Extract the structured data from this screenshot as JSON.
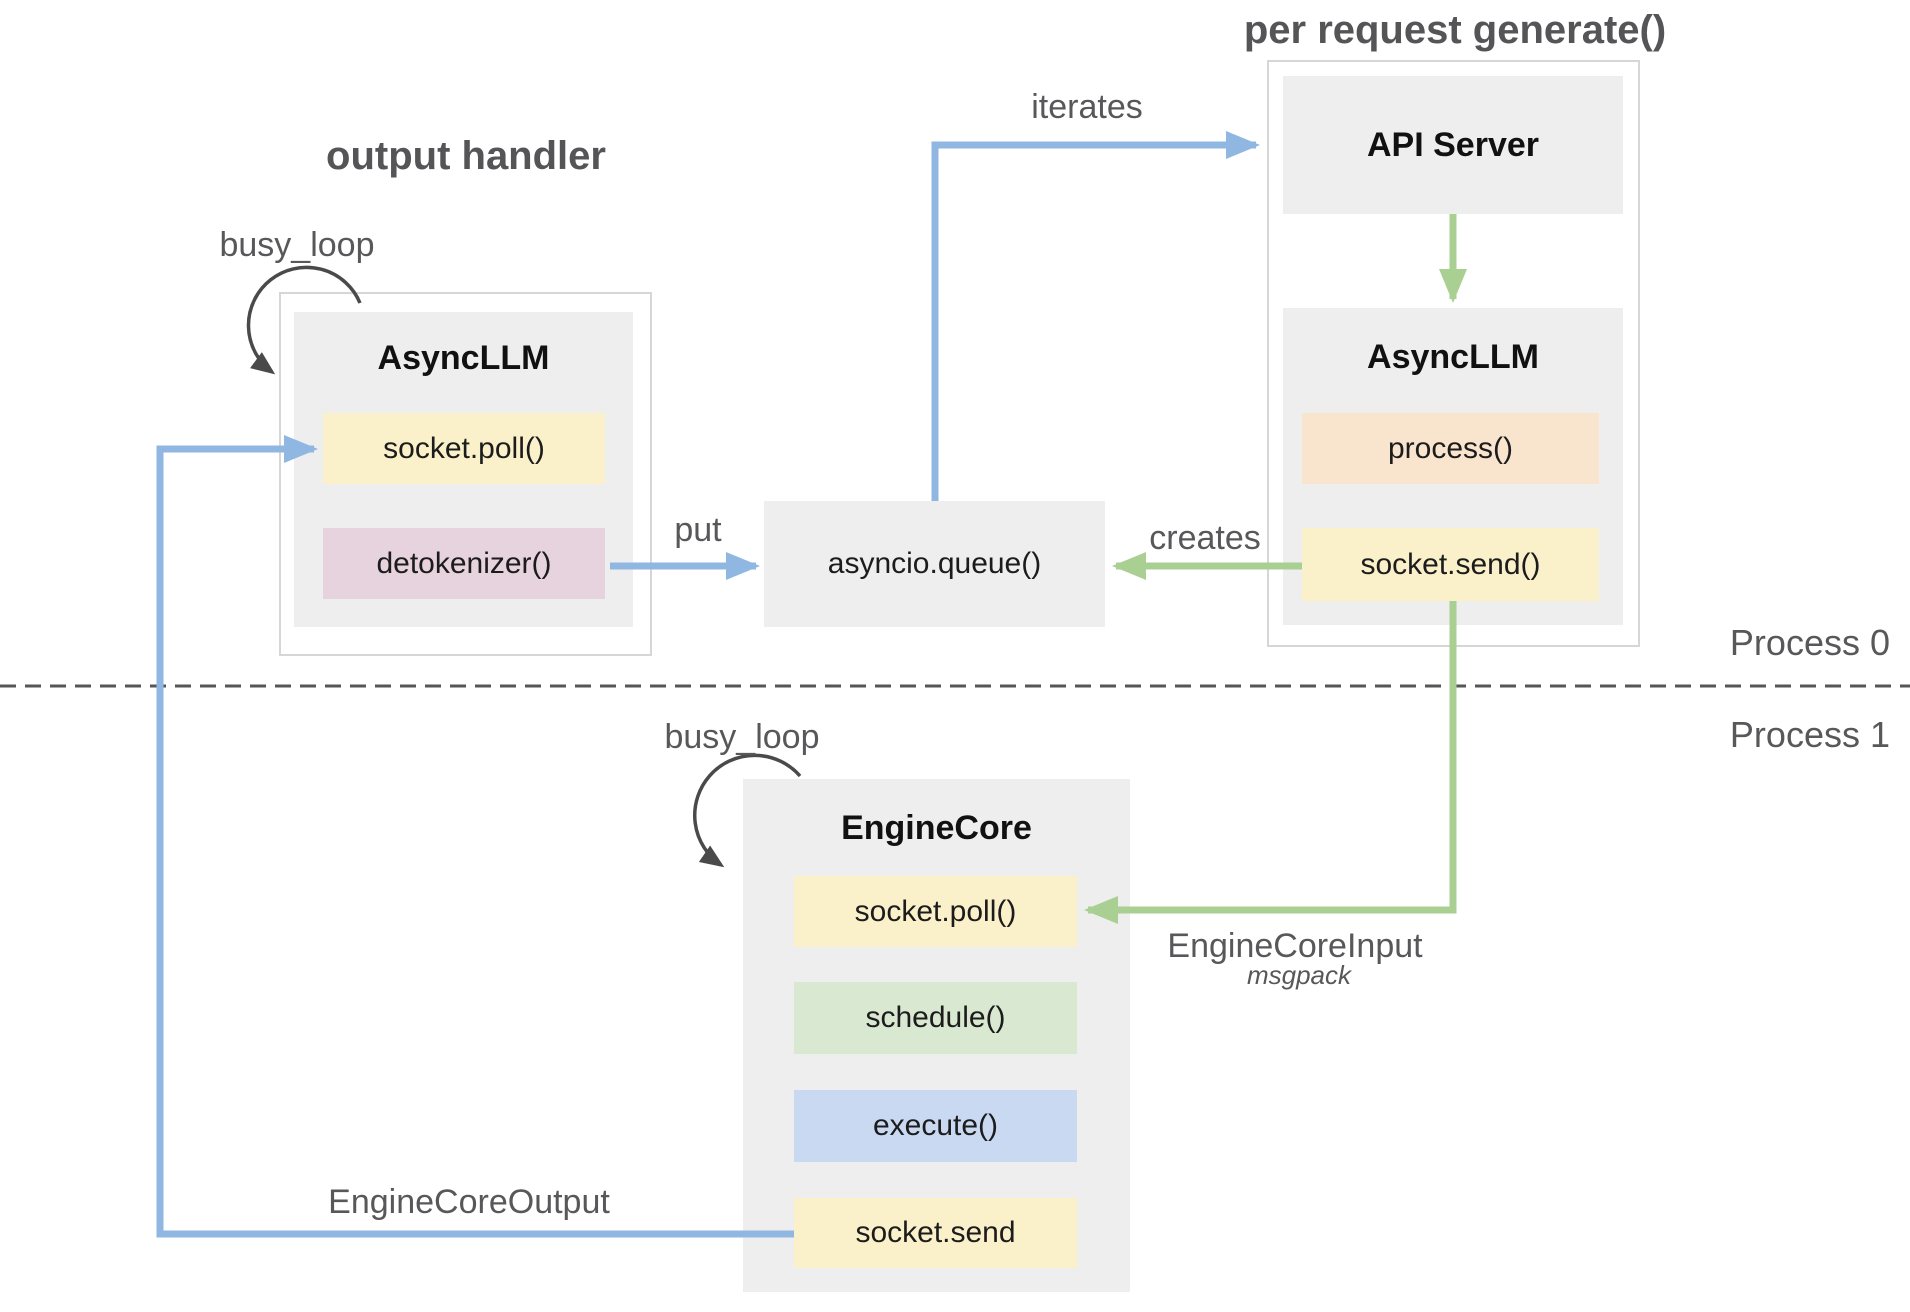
{
  "titles": {
    "output_handler": "output handler",
    "per_request_generate": "per request generate()"
  },
  "process_lanes": {
    "top": "Process 0",
    "bottom": "Process 1"
  },
  "edge_labels": {
    "iterates": "iterates",
    "put": "put",
    "creates": "creates",
    "engine_core_input": "EngineCoreInput",
    "engine_core_input_note": "msgpack",
    "engine_core_output": "EngineCoreOutput",
    "busy_loop_output_handler": "busy_loop",
    "busy_loop_engine_core": "busy_loop"
  },
  "nodes": {
    "async_llm_output_handler": {
      "title": "AsyncLLM",
      "methods": [
        "socket.poll()",
        "detokenizer()"
      ]
    },
    "api_server": {
      "title": "API Server"
    },
    "async_llm_per_request": {
      "title": "AsyncLLM",
      "methods": [
        "process()",
        "socket.send()"
      ]
    },
    "asyncio_queue": {
      "label": "asyncio.queue()"
    },
    "engine_core": {
      "title": "EngineCore",
      "methods": [
        "socket.poll()",
        "schedule()",
        "execute()",
        "socket.send"
      ]
    }
  },
  "colors": {
    "arrow_blue": "#90b6e2",
    "arrow_green": "#a9cf92",
    "arrow_dark": "#4a4a4a",
    "box_yellow": "#faf0c9",
    "box_pink": "#e7d3dd",
    "box_peach": "#f9e4cd",
    "box_green": "#d9e8d1",
    "box_blue": "#c8d9f1",
    "panel_gray": "#eeeeee",
    "outer_border_gray": "#d6d6d6",
    "label_gray": "#58585a",
    "dashed_line_gray": "#565656"
  }
}
